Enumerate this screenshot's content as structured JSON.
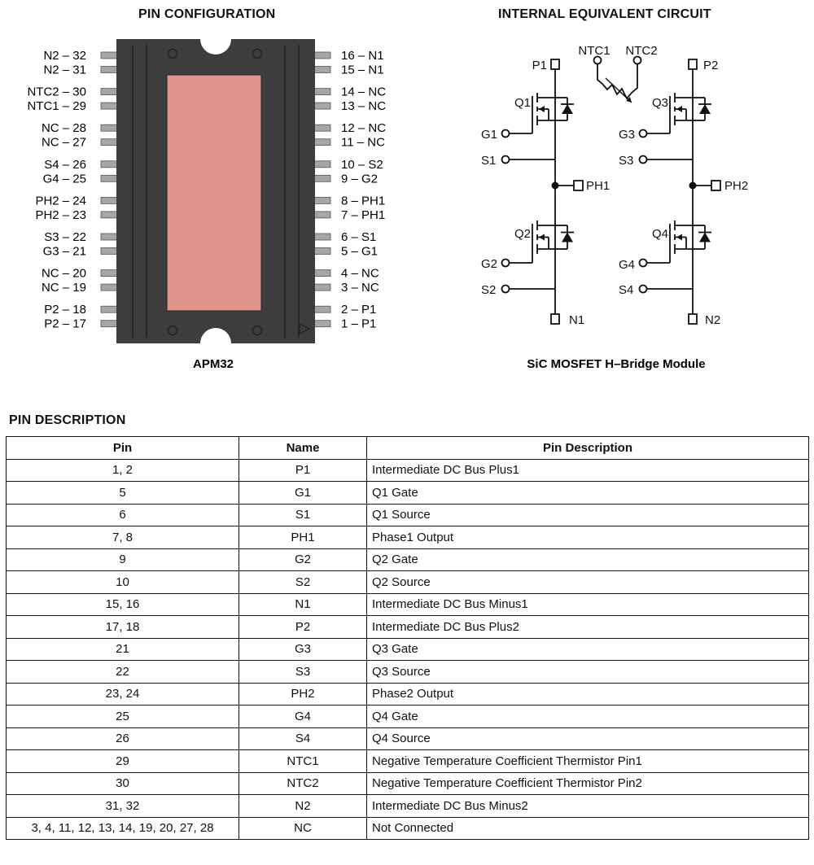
{
  "pin_configuration": {
    "title": "PIN CONFIGURATION",
    "package_name": "APM32",
    "left_pins": [
      "N2 – 32",
      "N2 – 31",
      "NTC2 – 30",
      "NTC1 – 29",
      "NC – 28",
      "NC – 27",
      "S4 – 26",
      "G4 – 25",
      "PH2 – 24",
      "PH2 – 23",
      "S3 – 22",
      "G3 – 21",
      "NC – 20",
      "NC – 19",
      "P2 – 18",
      "P2 – 17"
    ],
    "right_pins": [
      "16 – N1",
      "15 – N1",
      "14 – NC",
      "13 – NC",
      "12 – NC",
      "11 – NC",
      "10 – S2",
      "9 – G2",
      "8 – PH1",
      "7 – PH1",
      "6 – S1",
      "5 – G1",
      "4 – NC",
      "3 – NC",
      "2 – P1",
      "1 – P1"
    ],
    "colors": {
      "body": "#3d3d3d",
      "die": "#e0938a",
      "lead": "#a6a6a6"
    }
  },
  "circuit": {
    "title": "INTERNAL EQUIVALENT CIRCUIT",
    "caption": "SiC MOSFET H–Bridge Module",
    "labels": {
      "p1": "P1",
      "p2": "P2",
      "ntc1": "NTC1",
      "ntc2": "NTC2",
      "q1": "Q1",
      "q2": "Q2",
      "q3": "Q3",
      "q4": "Q4",
      "g1": "G1",
      "g2": "G2",
      "g3": "G3",
      "g4": "G4",
      "s1": "S1",
      "s2": "S2",
      "s3": "S3",
      "s4": "S4",
      "ph1": "PH1",
      "ph2": "PH2",
      "n1": "N1",
      "n2": "N2"
    }
  },
  "pin_description": {
    "title": "PIN DESCRIPTION",
    "headers": [
      "Pin",
      "Name",
      "Pin Description"
    ],
    "rows": [
      [
        "1, 2",
        "P1",
        "Intermediate DC Bus Plus1"
      ],
      [
        "5",
        "G1",
        "Q1 Gate"
      ],
      [
        "6",
        "S1",
        "Q1 Source"
      ],
      [
        "7, 8",
        "PH1",
        "Phase1 Output"
      ],
      [
        "9",
        "G2",
        "Q2 Gate"
      ],
      [
        "10",
        "S2",
        "Q2 Source"
      ],
      [
        "15, 16",
        "N1",
        "Intermediate DC Bus Minus1"
      ],
      [
        "17, 18",
        "P2",
        "Intermediate DC Bus Plus2"
      ],
      [
        "21",
        "G3",
        "Q3 Gate"
      ],
      [
        "22",
        "S3",
        "Q3 Source"
      ],
      [
        "23, 24",
        "PH2",
        "Phase2 Output"
      ],
      [
        "25",
        "G4",
        "Q4 Gate"
      ],
      [
        "26",
        "S4",
        "Q4 Source"
      ],
      [
        "29",
        "NTC1",
        "Negative Temperature Coefficient Thermistor Pin1"
      ],
      [
        "30",
        "NTC2",
        "Negative Temperature Coefficient Thermistor Pin2"
      ],
      [
        "31, 32",
        "N2",
        "Intermediate DC Bus Minus2"
      ],
      [
        "3, 4, 11, 12, 13, 14, 19, 20, 27, 28",
        "NC",
        "Not Connected"
      ]
    ]
  }
}
